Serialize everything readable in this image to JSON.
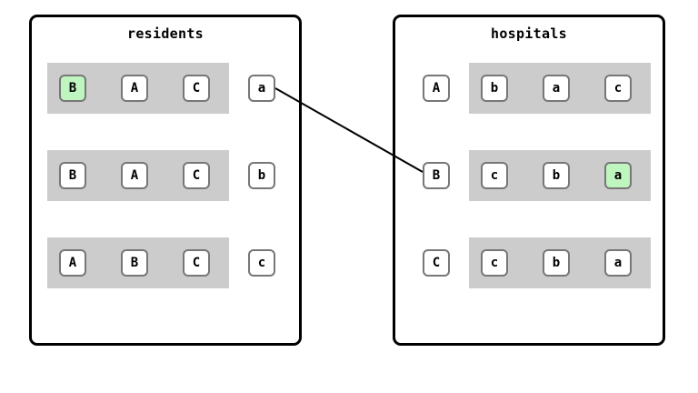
{
  "residents": {
    "title": "residents",
    "rows": [
      {
        "id": "a",
        "prefs": [
          "B",
          "A",
          "C"
        ],
        "highlight": 0
      },
      {
        "id": "b",
        "prefs": [
          "B",
          "A",
          "C"
        ],
        "highlight": -1
      },
      {
        "id": "c",
        "prefs": [
          "A",
          "B",
          "C"
        ],
        "highlight": -1
      }
    ]
  },
  "hospitals": {
    "title": "hospitals",
    "rows": [
      {
        "id": "A",
        "prefs": [
          "b",
          "a",
          "c"
        ],
        "highlight": -1
      },
      {
        "id": "B",
        "prefs": [
          "c",
          "b",
          "a"
        ],
        "highlight": 2
      },
      {
        "id": "C",
        "prefs": [
          "c",
          "b",
          "a"
        ],
        "highlight": -1
      }
    ]
  },
  "matches": [
    {
      "resident": "a",
      "hospital": "B"
    }
  ],
  "colors": {
    "highlight": "#bff5bf",
    "band": "#cccccc",
    "node_border": "#777777"
  }
}
